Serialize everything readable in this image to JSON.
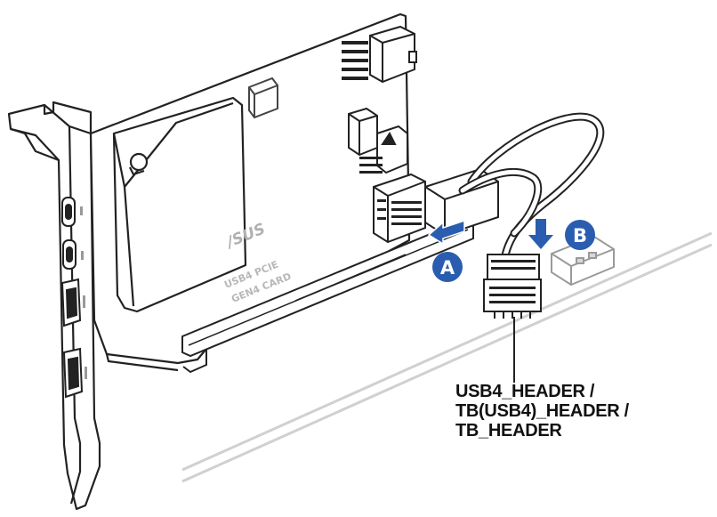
{
  "board": {
    "logo": "/SUS",
    "label_line1": "USB4 PCIE",
    "label_line2": "GEN4 CARD"
  },
  "steps": {
    "a": "A",
    "b": "B"
  },
  "callout": {
    "line1": "USB4_HEADER /",
    "line2": "TB(USB4)_HEADER /",
    "line3": "TB_HEADER"
  },
  "colors": {
    "step_badge": "#2a5db0",
    "arrow": "#2a5db0",
    "outline": "#222222"
  }
}
